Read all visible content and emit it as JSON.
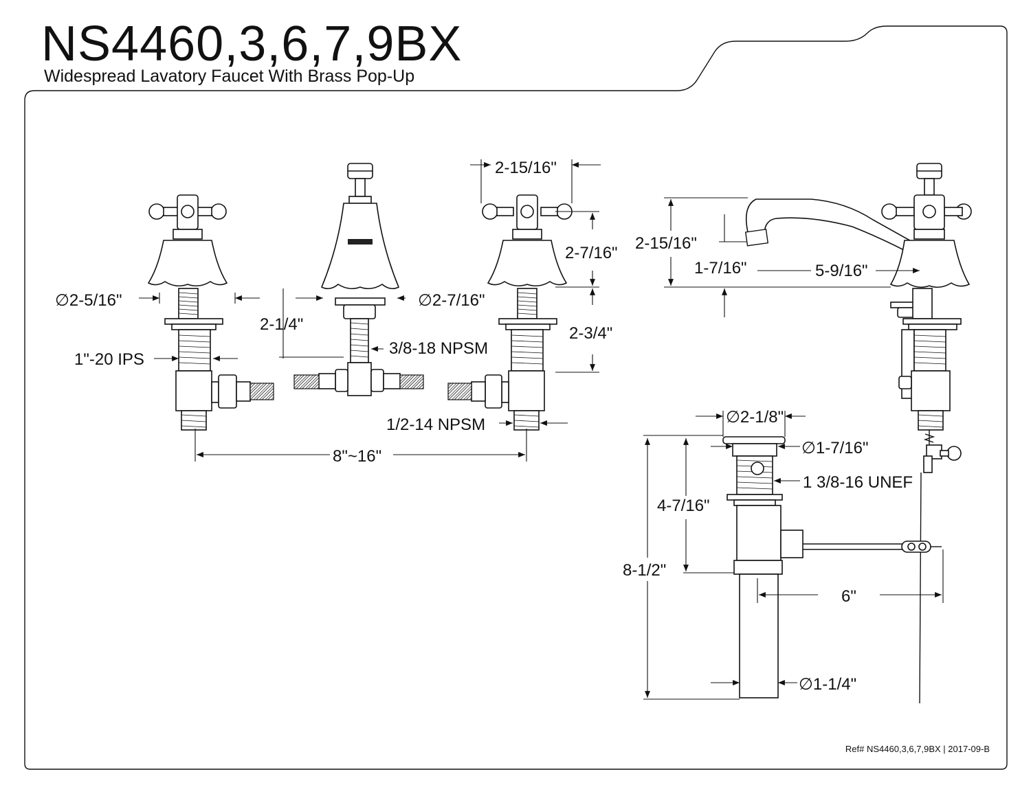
{
  "header": {
    "model": "NS4460,3,6,7,9BX",
    "description": "Widespread Lavatory Faucet With Brass Pop-Up"
  },
  "footer": {
    "reference": "Ref# NS4460,3,6,7,9BX | 2017-09-B"
  },
  "dimensions": {
    "handle_diameter": "∅2-5/16\"",
    "handle_thread": "1\"-20 IPS",
    "spout_drop": "2-1/4\"",
    "spout_diameter": "∅2-7/16\"",
    "spout_thread": "3/8-18 NPSM",
    "handle_width": "2-15/16\"",
    "handle_height": "2-7/16\"",
    "shank_length": "2-3/4\"",
    "inlet_thread": "1/2-14 NPSM",
    "spread": "8\"~16\"",
    "spout_height": "2-15/16\"",
    "outlet_height": "1-7/16\"",
    "spout_reach": "5-9/16\"",
    "drain_flange_diameter": "∅2-1/8\"",
    "drain_body_diameter": "∅1-7/16\"",
    "drain_thread": "1 3/8-16 UNEF",
    "drain_body_length": "4-7/16\"",
    "drain_total_length": "8-1/2\"",
    "pivot_rod_length": "6\"",
    "tailpiece_diameter": "∅1-1/4\""
  },
  "colors": {
    "line": "#111111",
    "background": "#ffffff"
  }
}
